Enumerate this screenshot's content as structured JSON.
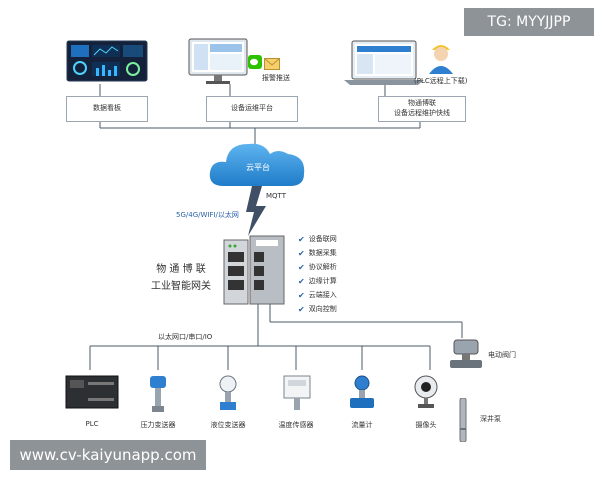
{
  "watermarks": {
    "tg": "TG: MYYJJPP",
    "site": "www.cv-kaiyunapp.com"
  },
  "top": {
    "screens": [
      {
        "label": "数据看板",
        "icon": "dashboard-monitor-icon"
      },
      {
        "label": "设备运维平台",
        "icon": "desktop-monitor-icon"
      },
      {
        "label_lines": [
          "物通博联",
          "设备远程维护快线"
        ],
        "icon": "laptop-icon"
      }
    ],
    "alert_label": "报警推送",
    "plc_remote_label": "(PLC远程上下载)"
  },
  "cloud": {
    "label": "云平台"
  },
  "links": {
    "wireless": "5G/4G/WIFI/以太网",
    "mqtt": "MQTT",
    "bus": "以太网口/串口/IO"
  },
  "gateway": {
    "title_line1": "物 通 博 联",
    "title_line2": "工业智能网关"
  },
  "features": [
    "设备联网",
    "数据采集",
    "协议解析",
    "边缘计算",
    "云端接入",
    "双向控制"
  ],
  "devices": [
    {
      "label": "PLC",
      "icon": "plc-icon"
    },
    {
      "label": "压力变送器",
      "icon": "pressure-transmitter-icon"
    },
    {
      "label": "液位变送器",
      "icon": "level-transmitter-icon"
    },
    {
      "label": "温度传感器",
      "icon": "temperature-sensor-icon"
    },
    {
      "label": "流量计",
      "icon": "flowmeter-icon"
    },
    {
      "label": "摄像头",
      "icon": "camera-icon"
    }
  ],
  "right_devices": [
    {
      "label": "电动阀门",
      "icon": "electric-valve-icon"
    },
    {
      "label": "深井泵",
      "icon": "deep-well-pump-icon"
    }
  ],
  "colors": {
    "line": "#4a5a6a",
    "box_border": "#9aa6b2",
    "cloud": "#2f8fd8",
    "check": "#2b63a8",
    "watermark": "#8e9398"
  }
}
